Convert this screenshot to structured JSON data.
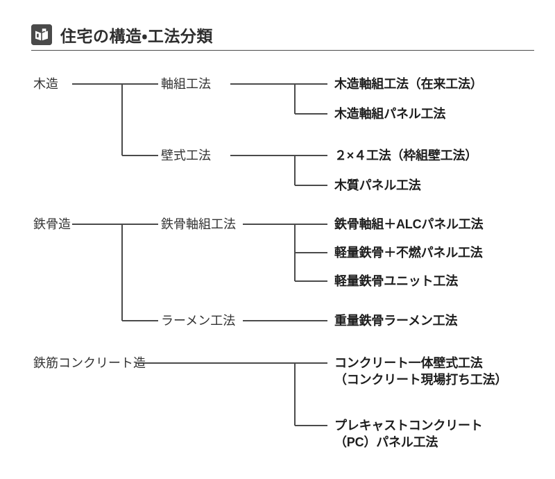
{
  "header": {
    "icon": "book-icon",
    "title": "住宅の構造・工法分類"
  },
  "tree": {
    "branches": [
      {
        "name": "wood",
        "label": "木造",
        "children": [
          {
            "name": "jikugumi",
            "label": "軸組工法",
            "leaves": [
              {
                "name": "wood-frame-conventional",
                "line1": "木造軸組工法（在来工法）",
                "line2": ""
              },
              {
                "name": "wood-frame-panel",
                "line1": "木造軸組パネル工法",
                "line2": ""
              }
            ]
          },
          {
            "name": "kabeshiki",
            "label": "壁式工法",
            "leaves": [
              {
                "name": "two-by-four",
                "line1": "２×４工法（枠組壁工法）",
                "line2": ""
              },
              {
                "name": "wood-panel",
                "line1": "木質パネル工法",
                "line2": ""
              }
            ]
          }
        ]
      },
      {
        "name": "steel",
        "label": "鉄骨造",
        "children": [
          {
            "name": "steel-jikugumi",
            "label": "鉄骨軸組工法",
            "leaves": [
              {
                "name": "steel-frame-alc-panel",
                "line1": "鉄骨軸組＋ALCパネル工法",
                "line2": ""
              },
              {
                "name": "light-steel-noncombustible-panel",
                "line1": "軽量鉄骨＋不燃パネル工法",
                "line2": ""
              },
              {
                "name": "light-steel-unit",
                "line1": "軽量鉄骨ユニット工法",
                "line2": ""
              }
            ]
          },
          {
            "name": "rahmen",
            "label": "ラーメン工法",
            "leaves": [
              {
                "name": "heavy-steel-rahmen",
                "line1": "重量鉄骨ラーメン工法",
                "line2": ""
              }
            ]
          }
        ]
      },
      {
        "name": "reinforced-concrete",
        "label": "鉄筋コンクリート造",
        "children": [
          {
            "name": "rc-direct",
            "label": "",
            "leaves": [
              {
                "name": "concrete-monolithic-wall",
                "line1": "コンクリート一体壁式工法",
                "line2": "（コンクリート現場打ち工法）"
              },
              {
                "name": "precast-concrete-panel",
                "line1": "プレキャストコンクリート",
                "line2": "（PC）パネル工法"
              }
            ]
          }
        ]
      }
    ]
  },
  "colors": {
    "line": "#4a4a4a",
    "icon_bg": "#4a4a4a",
    "text_primary": "#333333",
    "text_leaf": "#1d1d1d",
    "background": "#ffffff"
  }
}
